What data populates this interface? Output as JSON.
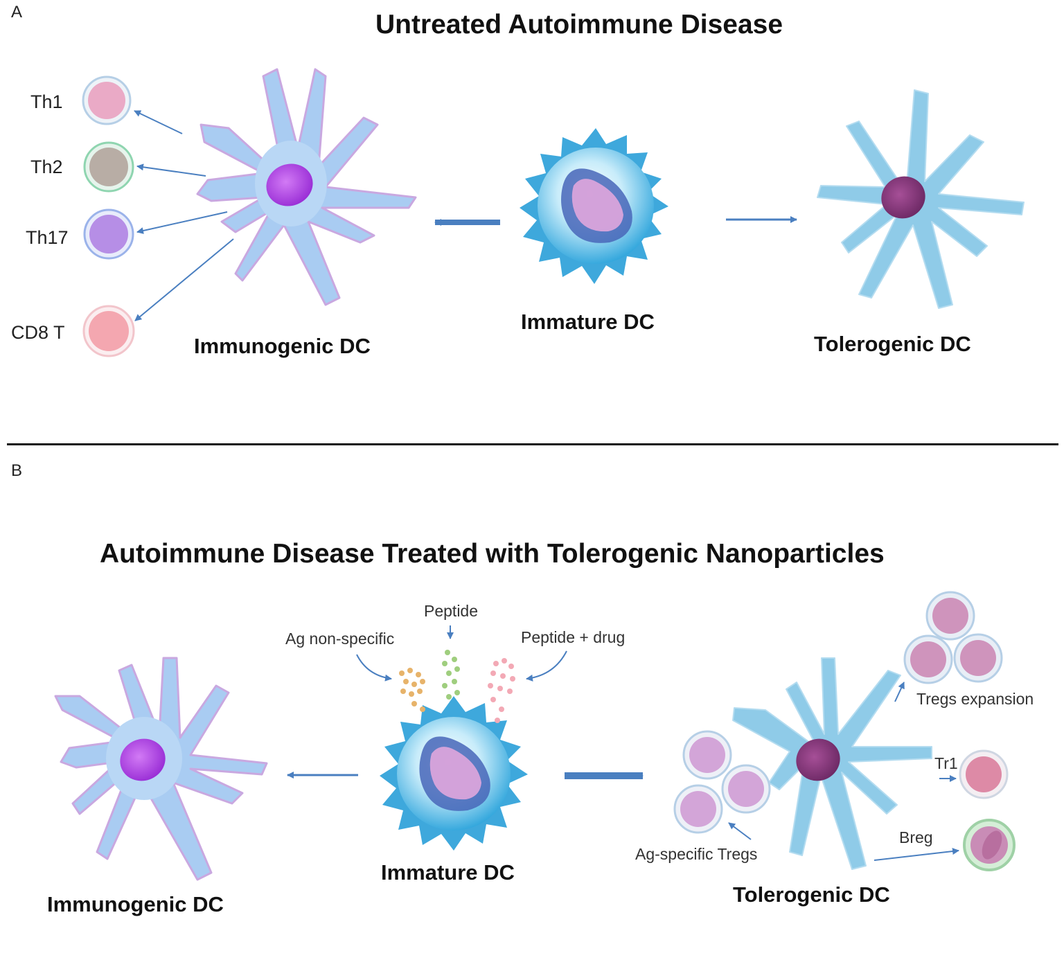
{
  "panel_a": {
    "letter": "A",
    "title": "Untreated Autoimmune Disease",
    "labels": {
      "immunogenic_dc": "Immunogenic DC",
      "immature_dc": "Immature DC",
      "tolerogenic_dc": "Tolerogenic DC"
    },
    "t_cells": [
      "Th1",
      "Th2",
      "Th17",
      "CD8 T"
    ]
  },
  "panel_b": {
    "letter": "B",
    "title": "Autoimmune Disease Treated with Tolerogenic Nanoparticles",
    "labels": {
      "immunogenic_dc": "Immunogenic DC",
      "immature_dc": "Immature DC",
      "tolerogenic_dc": "Tolerogenic DC"
    },
    "nanoparticles": {
      "ag_non_specific": "Ag non-specific",
      "peptide": "Peptide",
      "peptide_drug": "Peptide + drug"
    },
    "outcomes": {
      "tregs_expansion": "Tregs expansion",
      "tr1": "Tr1",
      "breg": "Breg",
      "ag_specific_tregs": "Ag-specific Tregs"
    }
  },
  "colors": {
    "dc_body": "#a9ccf2",
    "dc_outline": "#c9a8e0",
    "tdc_body": "#8fcbe8",
    "arrow": "#4a7fc0",
    "th1": "#eaaac6",
    "th2": "#b8ada5",
    "th17": "#b68ee6",
    "cd8": "#f4a7b0",
    "treg": "#cf94bc"
  }
}
